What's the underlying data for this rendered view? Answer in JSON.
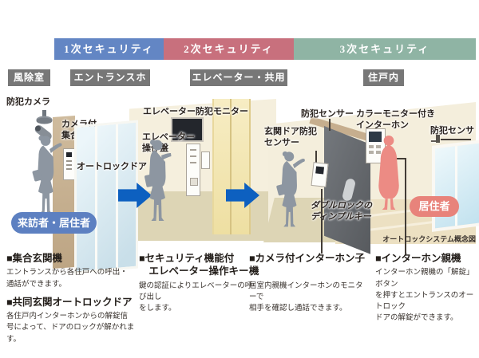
{
  "title_caption": "オートロックシステム概念図",
  "colors": {
    "bar1": "#6386c4",
    "bar2": "#c8707d",
    "bar3": "#8fb4a4",
    "area_box": "#777777",
    "arrow": "#0d60c0",
    "visitor_badge": "#5d80c1",
    "resident_badge": "#e8837b",
    "silhouette_gray": "#8d96a1",
    "silhouette_red": "#ec8b84"
  },
  "security_bars": [
    {
      "label": "1次セキュリティ"
    },
    {
      "label": "2次セキュリティ"
    },
    {
      "label": "3次セキュリティ"
    }
  ],
  "area_labels": {
    "windbreak_room": "風除室",
    "entrance_hall": "エントランスホール",
    "elevator_corridor": "エレベーター・共用廊下",
    "dwelling_inside": "住戸内"
  },
  "scene1": {
    "security_camera": "防犯カメラ",
    "camera_entrance_unit": "カメラ付\n集合玄関機",
    "autolock_door": "オートロックドア",
    "visitor_badge": "来訪者・居住者"
  },
  "scene2": {
    "elevator_monitor": "エレベーター防犯モニター",
    "elevator_panel": "エレベーター\n操作盤"
  },
  "scene3": {
    "door_sensor": "防犯センサー",
    "entrance_door_sensor": "玄関ドア防犯\nセンサー",
    "color_monitor_intercom": "カラーモニター付き\nインターホン",
    "window_sensor": "防犯センサー",
    "double_lock_key": "ダブルロックの\nディンプルキー",
    "resident_badge": "居住者"
  },
  "descriptions": {
    "col1": {
      "h1": "■集合玄関機",
      "b1": "エントランスから各住戸への呼出・\n通話ができます。",
      "h2": "■共同玄関オートロックドア",
      "b2": "各住戸内インターホンからの解錠信\n号によって、ドアのロックが解かれます。"
    },
    "col2": {
      "h1": "■セキュリティ機能付\n　エレベーター操作キー",
      "b1": "鍵の認証によりエレベーターの呼び出し\nをします。"
    },
    "col3": {
      "h1": "■カメラ付インターホン子機",
      "b1": "居室内親機インターホンのモニターで\n相手を確認し通話できます。"
    },
    "col4": {
      "h1": "■インターホン親機",
      "b1": "インターホン親機の「解錠」ボタン\nを押すとエントランスのオートロック\nドアの解錠ができます。"
    }
  }
}
